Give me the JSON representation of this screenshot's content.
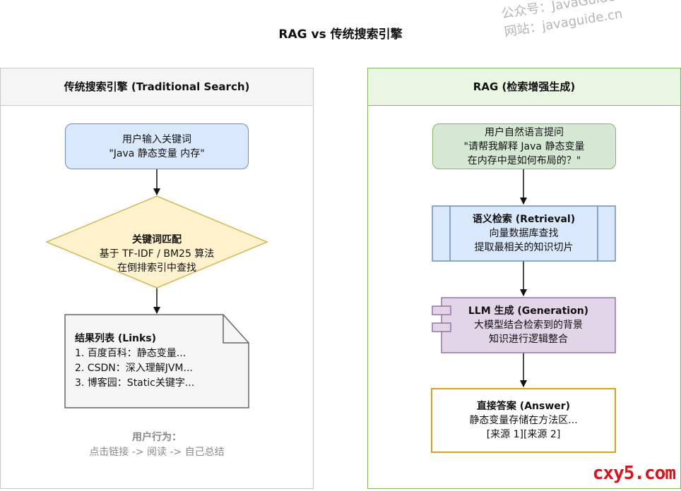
{
  "title": "RAG vs 传统搜索引擎",
  "watermark": {
    "line1": "公众号：JavaGuide",
    "line2": "网站：javaguide.cn"
  },
  "left": {
    "header": "传统搜索引擎 (Traditional Search)",
    "query": {
      "line1": "用户输入关键词",
      "line2": "\"Java 静态变量 内存\""
    },
    "match": {
      "title": "关键词匹配",
      "line1": "基于 TF-IDF / BM25 算法",
      "line2": "在倒排索引中查找"
    },
    "results": {
      "title": "结果列表 (Links)",
      "items": [
        "1. 百度百科：静态变量...",
        "2. CSDN：深入理解JVM...",
        "3. 博客园：Static关键字..."
      ]
    },
    "behavior": {
      "title": "用户行为：",
      "text": "点击链接 -> 阅读 -> 自己总结"
    }
  },
  "right": {
    "header": "RAG (检索增强生成)",
    "question": {
      "line1": "用户自然语言提问",
      "line2": "\"请帮我解释 Java 静态变量",
      "line3": "在内存中是如何布局的？\""
    },
    "retrieval": {
      "title": "语义检索 (Retrieval)",
      "line1": "向量数据库查找",
      "line2": "提取最相关的知识切片"
    },
    "generation": {
      "title": "LLM 生成 (Generation)",
      "line1": "大模型结合检索到的背景",
      "line2": "知识进行逻辑整合"
    },
    "answer": {
      "title": "直接答案 (Answer)",
      "line1": "静态变量存储在方法区...",
      "line2": "[来源 1][来源 2]"
    }
  },
  "site_mark": "cxy5.com",
  "colors": {
    "blue_fill": "#dae8fc",
    "blue_stroke": "#6c8ebf",
    "yellow_fill": "#fff2cc",
    "yellow_stroke": "#d6b656",
    "green_fill": "#d5e8d4",
    "green_stroke": "#82b366",
    "purple_fill": "#e1d5e7",
    "purple_stroke": "#9673a6",
    "gray_fill": "#f5f5f5",
    "gray_stroke": "#666666",
    "answer_stroke": "#d6a21e",
    "site_red": "#e0101a"
  }
}
